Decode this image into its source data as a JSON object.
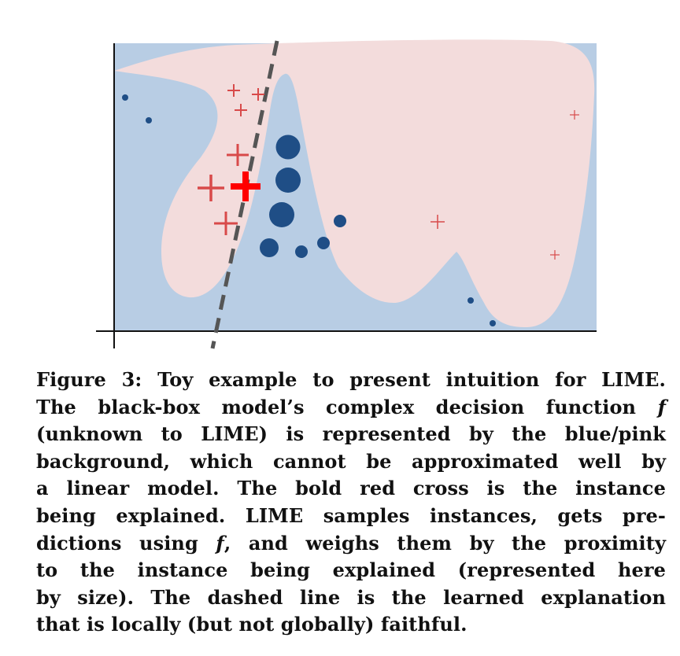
{
  "caption": {
    "label": "Figure 3:",
    "line1_rest": "Toy example to present intuition for LIME.",
    "line2_a": "The black-box model’s complex decision function ",
    "symbol": "f",
    "line3": "(unknown to LIME) is represented by the blue/pink",
    "line4": "background, which cannot be approximated well by",
    "line5": "a linear model.  The bold red cross is the instance",
    "line6": "being explained. LIME samples instances, gets pre-",
    "line7_a": "dictions using ",
    "line7_b": ", and weighs them by the proximity",
    "line8": "to the instance being explained (represented here",
    "line9": "by size). The dashed line is the learned explanation",
    "line10": "that is locally (but not globally) faithful."
  },
  "figure": {
    "colors": {
      "background_region": "#b8cde4",
      "decision_region": "#f3dcdc",
      "positive_marker": "#d84a4a",
      "explained_instance": "#ff0000",
      "negative_marker": "#1f4e86",
      "explanation_line": "#555555",
      "axes": "#111111"
    },
    "marker_icons": {
      "positive": "plus-icon",
      "negative": "dot-icon"
    }
  }
}
